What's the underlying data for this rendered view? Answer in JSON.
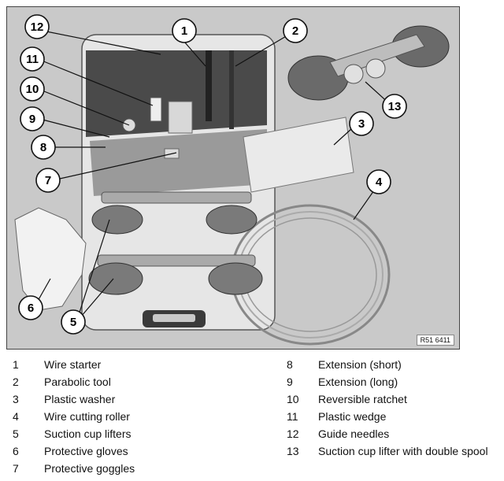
{
  "figure": {
    "ref_code": "R51 6411",
    "callouts": [
      "1",
      "2",
      "3",
      "4",
      "5",
      "6",
      "7",
      "8",
      "9",
      "10",
      "11",
      "12",
      "13"
    ]
  },
  "legend": [
    {
      "num": "1",
      "label": "Wire starter"
    },
    {
      "num": "2",
      "label": "Parabolic tool"
    },
    {
      "num": "3",
      "label": "Plastic washer"
    },
    {
      "num": "4",
      "label": "Wire cutting roller"
    },
    {
      "num": "5",
      "label": "Suction cup lifters"
    },
    {
      "num": "6",
      "label": "Protective gloves"
    },
    {
      "num": "7",
      "label": "Protective goggles"
    },
    {
      "num": "8",
      "label": "Extension (short)"
    },
    {
      "num": "9",
      "label": "Extension (long)"
    },
    {
      "num": "10",
      "label": "Reversible ratchet"
    },
    {
      "num": "11",
      "label": "Plastic wedge"
    },
    {
      "num": "12",
      "label": "Guide needles"
    },
    {
      "num": "13",
      "label": "Suction cup lifter with double spool"
    }
  ]
}
